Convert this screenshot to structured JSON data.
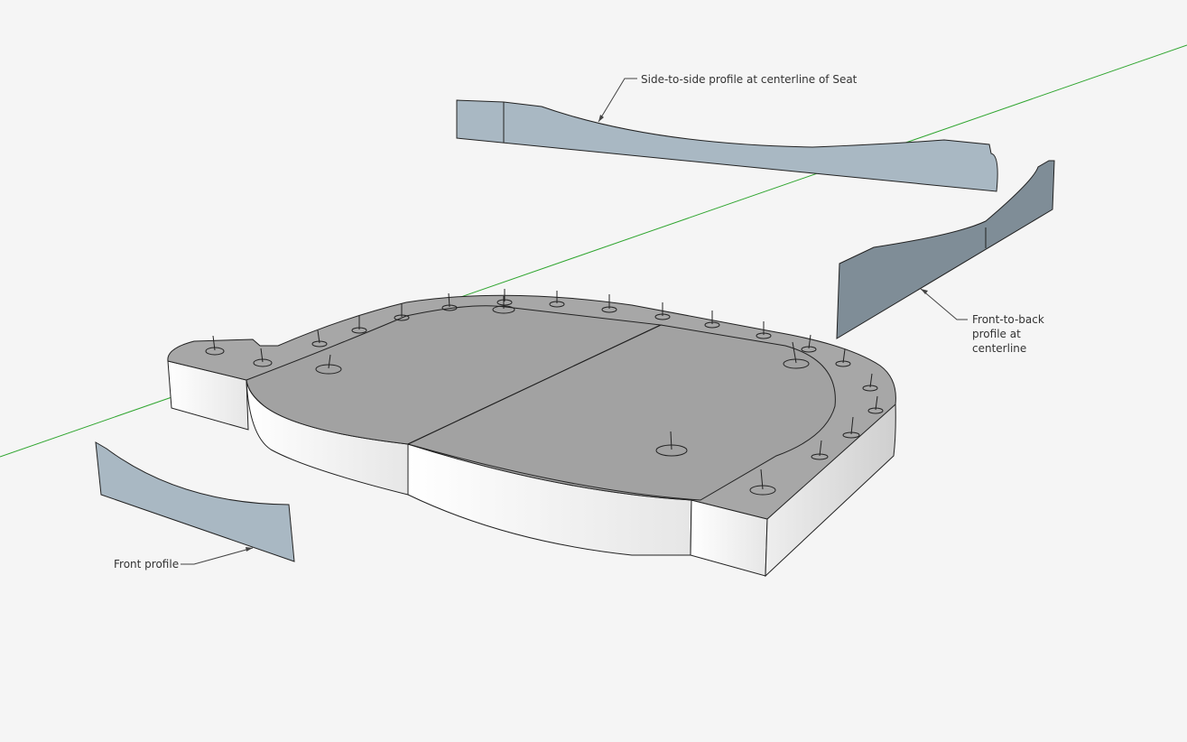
{
  "labels": {
    "side_profile": "Side-to-side profile at centerline of Seat",
    "front_to_back_profile": [
      "Front-to-back",
      "profile at",
      "centerline"
    ],
    "front_profile": "Front profile"
  },
  "colors": {
    "background": "#f5f5f5",
    "axis_green": "#2fa52f",
    "profile_blue": "#a9b8c3",
    "profile_dark": "#7f8d97",
    "top_surface": "#a4a4a4",
    "side_face": "#ffffff",
    "edge": "#1a1a1a"
  },
  "icons": [
    "drill-hole-marker-icon"
  ]
}
